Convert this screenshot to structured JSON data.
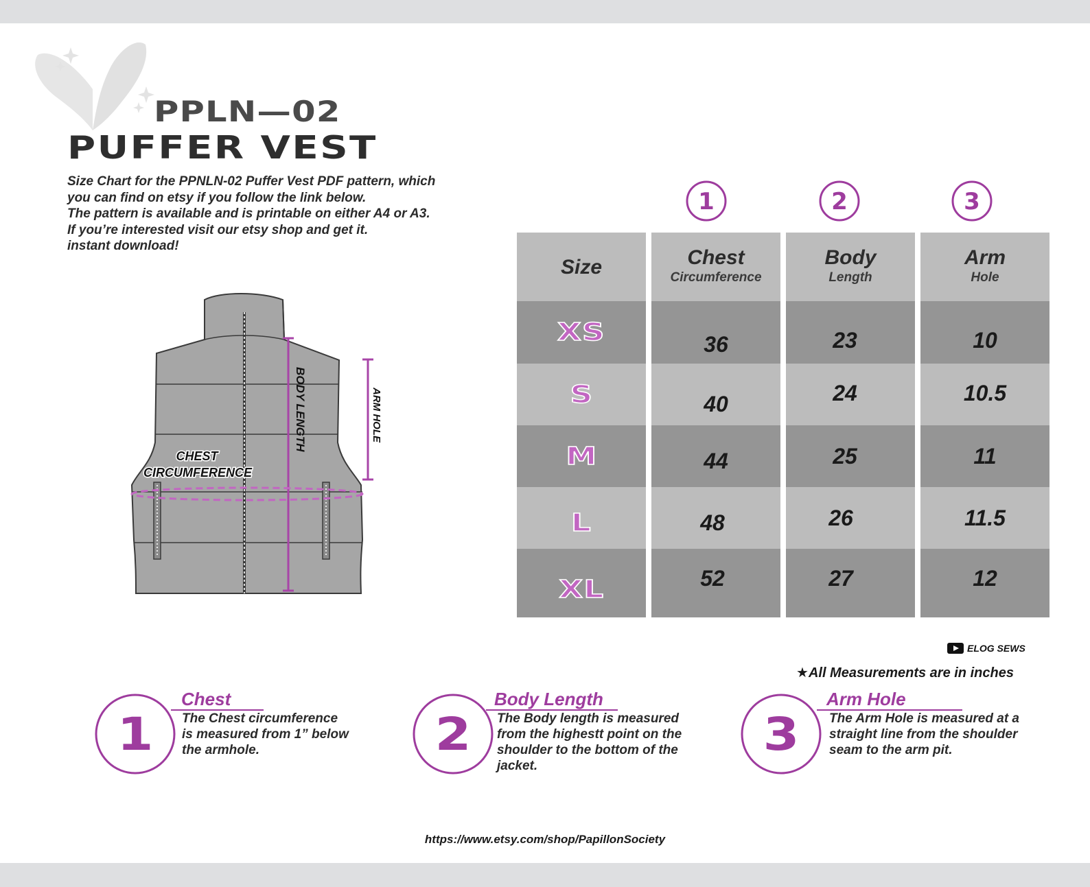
{
  "model": "PPLN—02",
  "title": "PUFFER VEST",
  "intro": [
    "Size Chart for the PPNLN-02 Puffer Vest PDF pattern, which",
    "you can find on etsy if you follow the link below.",
    "The pattern is available and is printable on either A4 or A3.",
    "If you’re interested visit our etsy shop and get it.",
    "instant download!"
  ],
  "diagram": {
    "body_length": "BODY LENGTH",
    "arm_hole": "ARM HOLE",
    "chest_1": "CHEST",
    "chest_2": "CIRCUMFERENCE"
  },
  "table": {
    "header": [
      {
        "main": "Size",
        "sub": ""
      },
      {
        "main": "Chest",
        "sub": "Circumference"
      },
      {
        "main": "Body",
        "sub": "Length"
      },
      {
        "main": "Arm",
        "sub": "Hole"
      }
    ],
    "column_numbers": [
      "1",
      "2",
      "3"
    ],
    "rows": [
      {
        "size": "XS",
        "values": [
          "36",
          "23",
          "10"
        ]
      },
      {
        "size": "S",
        "values": [
          "40",
          "24",
          "10.5"
        ]
      },
      {
        "size": "M",
        "values": [
          "44",
          "25",
          "11"
        ]
      },
      {
        "size": "L",
        "values": [
          "48",
          "26",
          "11.5"
        ]
      },
      {
        "size": "XL",
        "values": [
          "52",
          "27",
          "12"
        ]
      }
    ]
  },
  "credit": "ELOG SEWS",
  "units_note": "All Measurements are in inches",
  "legend": [
    {
      "num": "1",
      "title": "Chest",
      "lines": [
        "The Chest circumference",
        "is measured from 1” below",
        "the armhole."
      ]
    },
    {
      "num": "2",
      "title": "Body Length",
      "lines": [
        "The Body length is measured",
        "from the highestt point on the",
        "shoulder to the bottom of the",
        "jacket."
      ]
    },
    {
      "num": "3",
      "title": "Arm Hole",
      "lines": [
        "The Arm Hole is measured at a",
        "straight line from the shoulder",
        "seam to the arm pit."
      ]
    }
  ],
  "url": "https://www.etsy.com/shop/PapillonSociety",
  "colors": {
    "accent": "#9e3c9e",
    "size_label": "#c266c2",
    "header_gray": "#bcbcbc",
    "dark_gray": "#959595",
    "light_gray": "#bcbcbc",
    "band": "#dedfe1"
  }
}
